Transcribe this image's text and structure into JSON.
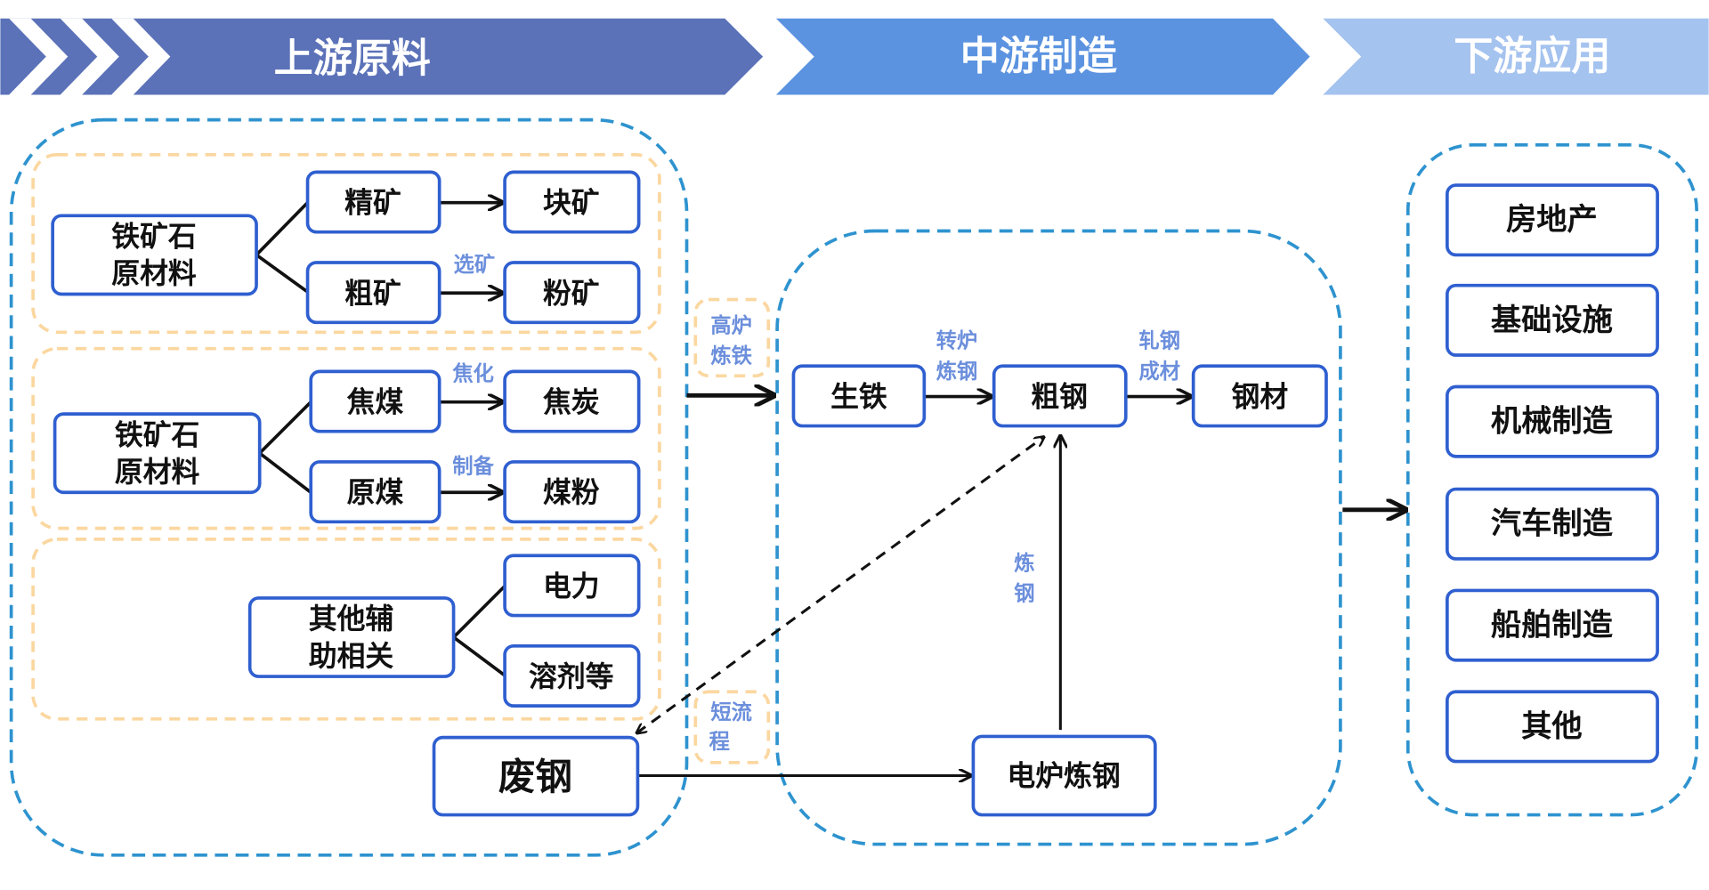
{
  "header": {
    "stages": [
      "上游原料",
      "中游制造",
      "下游应用"
    ],
    "colors": [
      "#5b72b8",
      "#5b93e0",
      "#a5c3ef"
    ]
  },
  "upstream": {
    "iron_ore": {
      "source": [
        "铁矿石",
        "原材料"
      ],
      "top": "精矿",
      "top_out": "块矿",
      "bottom": "粗矿",
      "bottom_out": "粉矿",
      "process": "选矿"
    },
    "coal": {
      "source": [
        "铁矿石",
        "原材料"
      ],
      "top": "焦煤",
      "top_out": "焦炭",
      "top_process": "焦化",
      "bottom": "原煤",
      "bottom_out": "煤粉",
      "bottom_process": "制备"
    },
    "other": {
      "source": [
        "其他辅",
        "助相关"
      ],
      "top": "电力",
      "bottom": "溶剂等"
    },
    "scrap": "废钢"
  },
  "links": {
    "blast_furnace": [
      "高炉",
      "炼铁"
    ],
    "short_process": [
      "短流",
      "程"
    ]
  },
  "midstream": {
    "pig_iron": "生铁",
    "crude_steel": "粗钢",
    "steel_products": "钢材",
    "converter": [
      "转炉",
      "炼钢"
    ],
    "rolling": [
      "轧钢",
      "成材"
    ],
    "eaf": "电炉炼钢",
    "steelmaking": [
      "炼",
      "钢"
    ]
  },
  "downstream": {
    "items": [
      "房地产",
      "基础设施",
      "机械制造",
      "汽车制造",
      "船舶制造",
      "其他"
    ]
  }
}
